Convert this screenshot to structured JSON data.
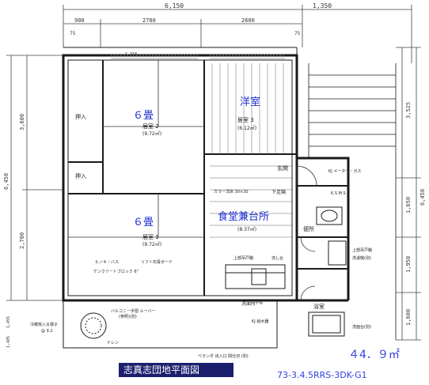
{
  "overall_dims": {
    "total_width": "6,150",
    "top_right_span": "1,350",
    "segments_top": [
      "900",
      "2700",
      "2600"
    ],
    "left_total": "6,450",
    "left_upper": "3,600",
    "left_lower": "2,700",
    "right_total": "6,450",
    "right_upper": "3,525",
    "right_mid": "1,650",
    "right_lower1": "1,950",
    "right_lower2": "1,600",
    "small_dims": [
      "75",
      "75",
      "1,318",
      "1,455",
      "1,485"
    ]
  },
  "rooms": {
    "room_top_left": {
      "tatami": "６畳",
      "name": "居室 2",
      "area": "(9.72㎡)"
    },
    "room_bottom_left": {
      "tatami": "６畳",
      "name": "居室 1",
      "area": "(9.72㎡)"
    },
    "western_room": {
      "title": "洋室",
      "name": "居室 3",
      "area": "(6.12㎡)"
    },
    "dining_kitchen": {
      "title": "食堂兼台所",
      "area": "(8.37㎡)"
    },
    "closet_upper": "押入",
    "closet_lower": "押入",
    "entrance": "玄関",
    "shoe_box": "下足箱",
    "toilet": "便所",
    "bath": "浴室",
    "washroom": "洗面所"
  },
  "annotations": {
    "flooring_note": "カラー洋床 30×30",
    "sink_note": "流し台",
    "cabinet_note": "上部吊戸棚",
    "ceramic_board": "ヒノキ・バス",
    "concrete_block": "ケンクリートブロック 6\"",
    "wall_note": "ソフト石膏ボード",
    "kitchen_upper": "上部吊戸棚",
    "laundry_upper": "上部吊戸棚",
    "laundry_place": "洗濯機(別)",
    "vanity": "洗面台(別)",
    "handrail": "手摺",
    "ks_ms": "K.S    M.S",
    "gas_meter": "KJ メーター・ガス",
    "k_water": "KJ 給水器",
    "balcony_note": "バルコニー手摺 ルーバー",
    "balcony_note2": "(参照)(別)",
    "drain": "ドレン",
    "ac_note": "冷暖房入る樣子",
    "ac_note2": "@ 9.2",
    "veranda": "ベランダ 出入口 間仕切 (別)"
  },
  "footer": {
    "area": "４4．９㎡",
    "title": "志真志団地平面図",
    "code": "73-3.4.5RRS-3DK-G1"
  },
  "colors": {
    "line": "#1a1a1a",
    "blue_label": "#1a2ad0",
    "hatch": "#888888",
    "footer_band": "#1b1f6e",
    "footer_text": "#ffffff",
    "area_text": "#3040e0"
  }
}
